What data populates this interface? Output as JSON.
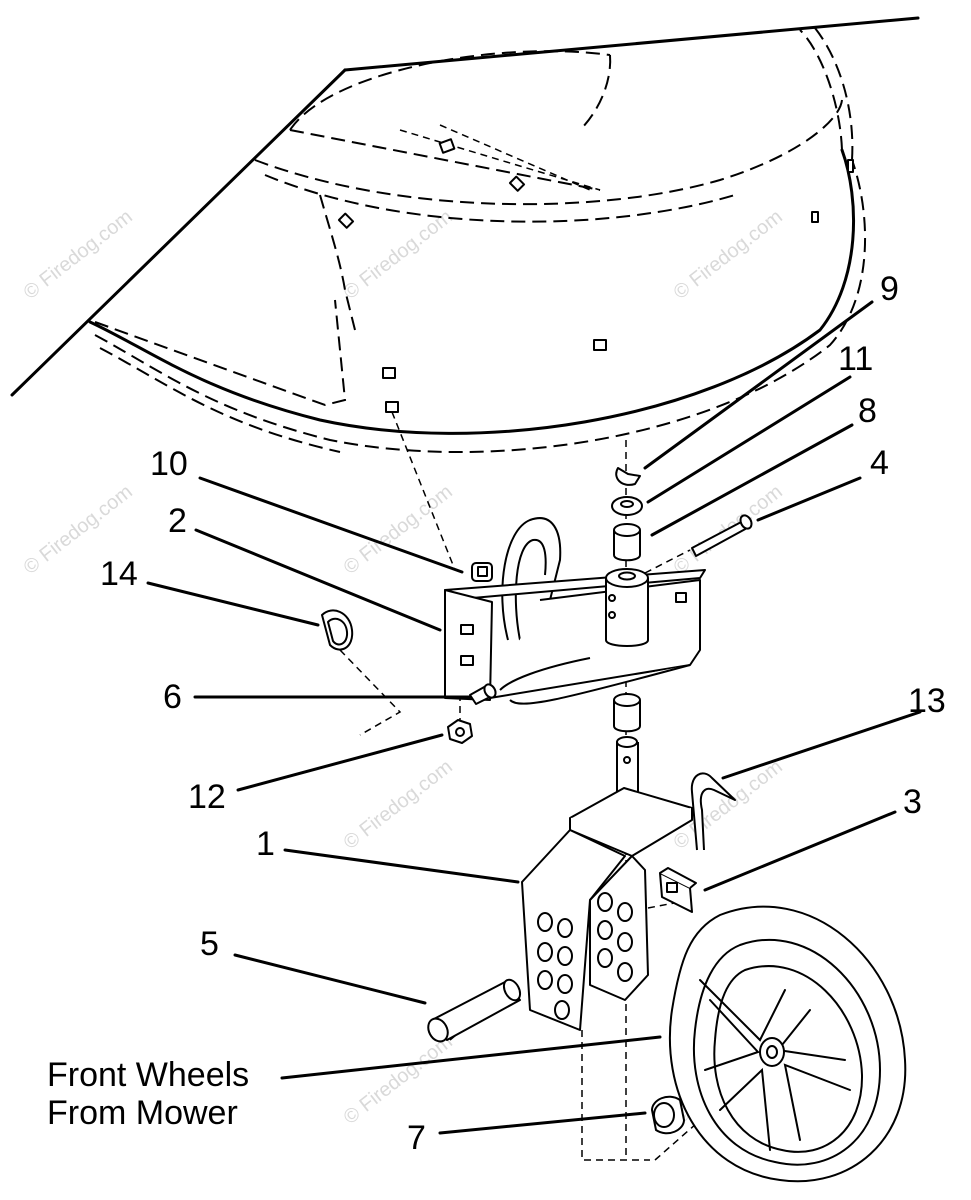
{
  "watermark": {
    "text": "© Firedog.com",
    "color": "#d9d9d9"
  },
  "caption": {
    "line1": "Front Wheels",
    "line2": "From Mower"
  },
  "callouts": [
    {
      "id": "9",
      "label": "9"
    },
    {
      "id": "11",
      "label": "11"
    },
    {
      "id": "8",
      "label": "8"
    },
    {
      "id": "4",
      "label": "4"
    },
    {
      "id": "10",
      "label": "10"
    },
    {
      "id": "2",
      "label": "2"
    },
    {
      "id": "14",
      "label": "14"
    },
    {
      "id": "6",
      "label": "6"
    },
    {
      "id": "12",
      "label": "12"
    },
    {
      "id": "13",
      "label": "13"
    },
    {
      "id": "3",
      "label": "3"
    },
    {
      "id": "1",
      "label": "1"
    },
    {
      "id": "5",
      "label": "5"
    },
    {
      "id": "7",
      "label": "7"
    }
  ]
}
